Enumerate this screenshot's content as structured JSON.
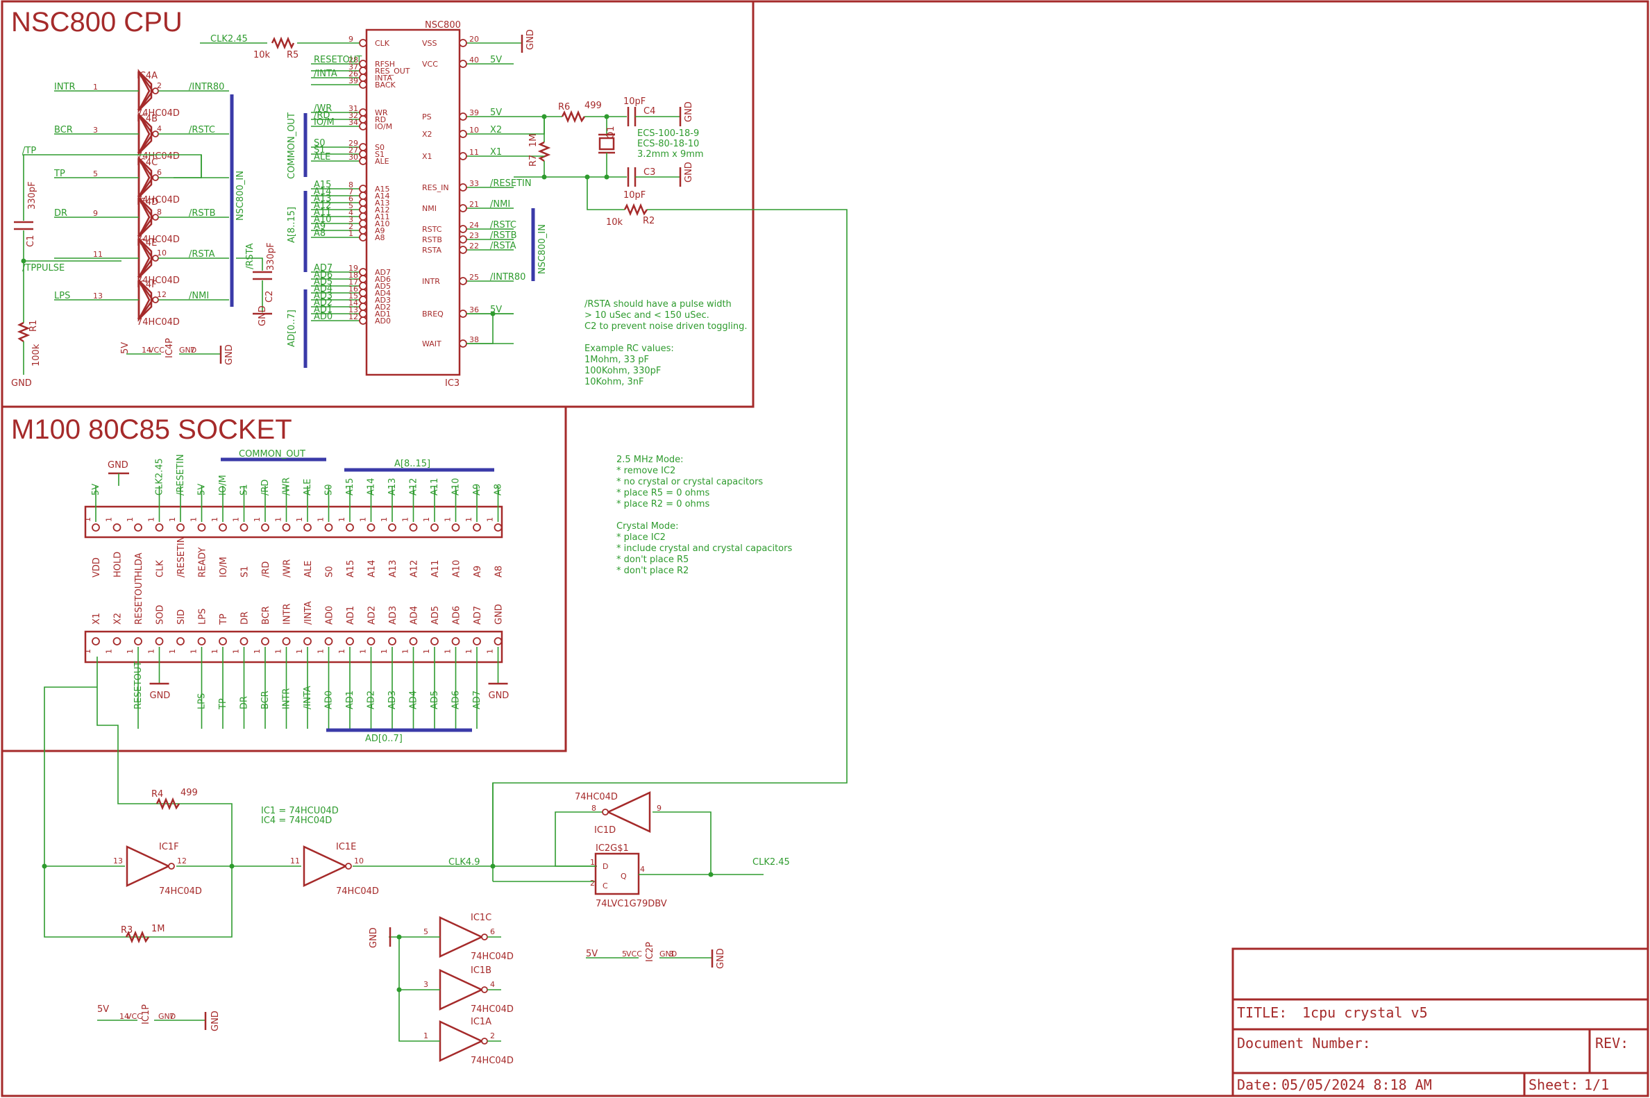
{
  "sheet": {
    "section_cpu": "NSC800 CPU",
    "section_socket": "M100 80C85 SOCKET"
  },
  "title_block": {
    "title_label": "TITLE:",
    "title_value": "1cpu crystal v5",
    "docnum_label": "Document Number:",
    "rev_label": "REV:",
    "date_label": "Date:",
    "date_value": "05/05/2024 8:18 AM",
    "sheet_label": "Sheet:",
    "sheet_value": "1/1"
  },
  "cpu": {
    "chip_name": "NSC800",
    "chip_ref": "IC3",
    "left_pins": [
      {
        "num": "9",
        "name": "CLK",
        "net": "CLK2.45"
      },
      {
        "num": "28",
        "name": "RFSH",
        "net": "RESETOUT"
      },
      {
        "num": "37",
        "name": "RES_OUT",
        "net": ""
      },
      {
        "num": "26",
        "name": "INTA",
        "net": "/INTA"
      },
      {
        "num": "39",
        "name": "BACK",
        "net": ""
      },
      {
        "num": "31",
        "name": "WR",
        "net": "/WR"
      },
      {
        "num": "32",
        "name": "RD",
        "net": "/RD"
      },
      {
        "num": "34",
        "name": "IO/M",
        "net": "IO/M"
      },
      {
        "num": "29",
        "name": "S0",
        "net": "S0"
      },
      {
        "num": "27",
        "name": "S1",
        "net": "S1"
      },
      {
        "num": "30",
        "name": "ALE",
        "net": "ALE"
      },
      {
        "num": "8",
        "name": "A15",
        "net": "A15"
      },
      {
        "num": "7",
        "name": "A14",
        "net": "A14"
      },
      {
        "num": "6",
        "name": "A13",
        "net": "A13"
      },
      {
        "num": "5",
        "name": "A12",
        "net": "A12"
      },
      {
        "num": "4",
        "name": "A11",
        "net": "A11"
      },
      {
        "num": "3",
        "name": "A10",
        "net": "A10"
      },
      {
        "num": "2",
        "name": "A9",
        "net": "A9"
      },
      {
        "num": "1",
        "name": "A8",
        "net": "A8"
      },
      {
        "num": "19",
        "name": "AD7",
        "net": "AD7"
      },
      {
        "num": "18",
        "name": "AD6",
        "net": "AD6"
      },
      {
        "num": "17",
        "name": "AD5",
        "net": "AD5"
      },
      {
        "num": "16",
        "name": "AD4",
        "net": "AD4"
      },
      {
        "num": "15",
        "name": "AD3",
        "net": "AD3"
      },
      {
        "num": "14",
        "name": "AD2",
        "net": "AD2"
      },
      {
        "num": "13",
        "name": "AD1",
        "net": "AD1"
      },
      {
        "num": "12",
        "name": "AD0",
        "net": "AD0"
      }
    ],
    "right_pins": [
      {
        "num": "20",
        "name": "VSS",
        "net": ""
      },
      {
        "num": "40",
        "name": "VCC",
        "net": "5V"
      },
      {
        "num": "39",
        "name": "PS",
        "net": "5V"
      },
      {
        "num": "10",
        "name": "X2",
        "net": "X2"
      },
      {
        "num": "11",
        "name": "X1",
        "net": "X1"
      },
      {
        "num": "33",
        "name": "RES_IN",
        "net": "/RESETIN"
      },
      {
        "num": "21",
        "name": "NMI",
        "net": "/NMI"
      },
      {
        "num": "24",
        "name": "RSTC",
        "net": "/RSTC"
      },
      {
        "num": "23",
        "name": "RSTB",
        "net": "/RSTB"
      },
      {
        "num": "22",
        "name": "RSTA",
        "net": "/RSTA"
      },
      {
        "num": "25",
        "name": "INTR",
        "net": "/INTR80"
      },
      {
        "num": "36",
        "name": "BREQ",
        "net": "5V"
      },
      {
        "num": "38",
        "name": "WAIT",
        "net": ""
      }
    ],
    "bus_common_out": "COMMON_OUT",
    "bus_a": "A[8..15]",
    "bus_ad": "AD[0..7]",
    "bus_nsc_in": "NSC800_IN",
    "gnd": "GND",
    "vcc": "5V",
    "r5": {
      "name": "R5",
      "value": "10k"
    },
    "r6": {
      "name": "R6",
      "value": "499"
    },
    "r7": {
      "name": "R7",
      "value": "1M"
    },
    "r2": {
      "name": "R2",
      "value": "10k"
    },
    "c4": {
      "name": "C4",
      "value": "10pF"
    },
    "c3": {
      "name": "C3",
      "value": "10pF"
    },
    "q1": "Q1",
    "crystal_lines": [
      "ECS-100-18-9",
      "ECS-80-18-10",
      "3.2mm x 9mm"
    ],
    "note_lines": [
      "/RSTA should have a pulse width",
      "> 10 uSec and < 150 uSec.",
      "C2 to prevent noise driven toggling.",
      "",
      "Example RC values:",
      "1Mohm, 33 pF",
      "100Kohm, 330pF",
      "10Kohm, 3nF"
    ]
  },
  "buffers": {
    "gates": [
      {
        "ref": "IC4A",
        "in_net": "INTR",
        "in_pin": "1",
        "out_pin": "2",
        "out_net": "/INTR80"
      },
      {
        "ref": "IC4B",
        "in_net": "BCR",
        "in_pin": "3",
        "out_pin": "4",
        "out_net": "/RSTC"
      },
      {
        "ref": "IC4C",
        "in_net": "TP",
        "in_pin": "5",
        "out_pin": "6",
        "out_net": ""
      },
      {
        "ref": "IC4D",
        "in_net": "DR",
        "in_pin": "9",
        "out_pin": "8",
        "out_net": "/RSTB"
      },
      {
        "ref": "IC4E",
        "in_net": "",
        "in_pin": "11",
        "out_pin": "10",
        "out_net": "/RSTA"
      },
      {
        "ref": "IC4F",
        "in_net": "LPS",
        "in_pin": "13",
        "out_pin": "12",
        "out_net": "/NMI"
      }
    ],
    "part": "74HC04D",
    "tp_net": "/TP",
    "tppulse": "/TPPULSE",
    "c1": {
      "name": "C1",
      "value": "330pF"
    },
    "c2": {
      "name": "C2",
      "value": "330pF"
    },
    "r1": {
      "name": "R1",
      "value": "100k"
    },
    "rsta_net": "/RSTA",
    "pwr_ref": "IC4P",
    "vcc_pin": "14",
    "vcc_name": "VCC",
    "gnd_pin": "7",
    "gnd_name": "GND"
  },
  "socket": {
    "top_nets": [
      "5V",
      "",
      "",
      "CLK2.45",
      "/RESETIN",
      "5V",
      "IO/M",
      "S1",
      "/RD",
      "/WR",
      "ALE",
      "S0",
      "A15",
      "A14",
      "A13",
      "A12",
      "A11",
      "A10",
      "A9",
      "A8"
    ],
    "top_names": [
      "VDD",
      "HOLD",
      "HLDA",
      "CLK",
      "/RESETIN",
      "READY",
      "IO/M",
      "S1",
      "/RD",
      "/WR",
      "ALE",
      "S0",
      "A15",
      "A14",
      "A13",
      "A12",
      "A11",
      "A10",
      "A9",
      "A8"
    ],
    "bot_names": [
      "X1",
      "X2",
      "RESETOUT",
      "SOD",
      "SID",
      "LPS",
      "TP",
      "DR",
      "BCR",
      "INTR",
      "/INTA",
      "AD0",
      "AD1",
      "AD2",
      "AD3",
      "AD4",
      "AD5",
      "AD6",
      "AD7",
      "GND"
    ],
    "bot_nets": [
      "",
      "",
      "RESETOUT",
      "GND",
      "",
      "LPS",
      "TP",
      "DR",
      "BCR",
      "INTR",
      "/INTA",
      "AD0",
      "AD1",
      "AD2",
      "AD3",
      "AD4",
      "AD5",
      "AD6",
      "AD7",
      "GND"
    ],
    "pin_one": "1",
    "gnd_top": "GND",
    "bus_common_out": "COMMON_OUT",
    "bus_a": "A[8..15]",
    "bus_ad": "AD[0..7]"
  },
  "mode_notes": [
    "2.5 MHz Mode:",
    "* remove IC2",
    "* no crystal or crystal capacitors",
    "* place R5 = 0 ohms",
    "* place R2 = 0 ohms",
    "",
    "Crystal Mode:",
    "* place IC2",
    "* include crystal and crystal capacitors",
    "* don't place R5",
    "* don't place R2"
  ],
  "osc": {
    "r4": {
      "name": "R4",
      "value": "499"
    },
    "r3": {
      "name": "R3",
      "value": "1M"
    },
    "ic1f": {
      "ref": "IC1F",
      "in": "13",
      "out": "12"
    },
    "ic1e": {
      "ref": "IC1E",
      "in": "11",
      "out": "10"
    },
    "ic1d": {
      "ref": "IC1D",
      "in": "9",
      "out": "8"
    },
    "part": "74HC04D",
    "part_ic1d": "74HC04D",
    "clk49": "CLK4.9",
    "clk245": "CLK2.45",
    "ff_ref": "IC2G$1",
    "ff_part": "74LVC1G79DBV",
    "ff_d": "D",
    "ff_c": "C",
    "ff_q": "Q",
    "ff_d_pin": "1",
    "ff_c_pin": "2",
    "ff_q_pin": "4",
    "ic_note": [
      "IC1 = 74HCU04D",
      "IC4 = 74HC04D"
    ]
  },
  "unused": {
    "gates": [
      {
        "ref": "IC1C",
        "in": "5",
        "out": "6"
      },
      {
        "ref": "IC1B",
        "in": "3",
        "out": "4"
      },
      {
        "ref": "IC1A",
        "in": "1",
        "out": "2"
      }
    ],
    "part": "74HC04D",
    "gnd": "GND"
  },
  "power": {
    "ic1p": {
      "ref": "IC1P",
      "vcc_net": "5V",
      "vcc_pin": "14",
      "vcc_name": "VCC",
      "gnd_pin": "7",
      "gnd_name": "GND",
      "gnd": "GND"
    },
    "ic2p": {
      "ref": "IC2P",
      "vcc_net": "5V",
      "vcc_pin": "5",
      "vcc_name": "VCC",
      "gnd_pin": "3",
      "gnd_name": "GND",
      "gnd": "GND"
    }
  }
}
